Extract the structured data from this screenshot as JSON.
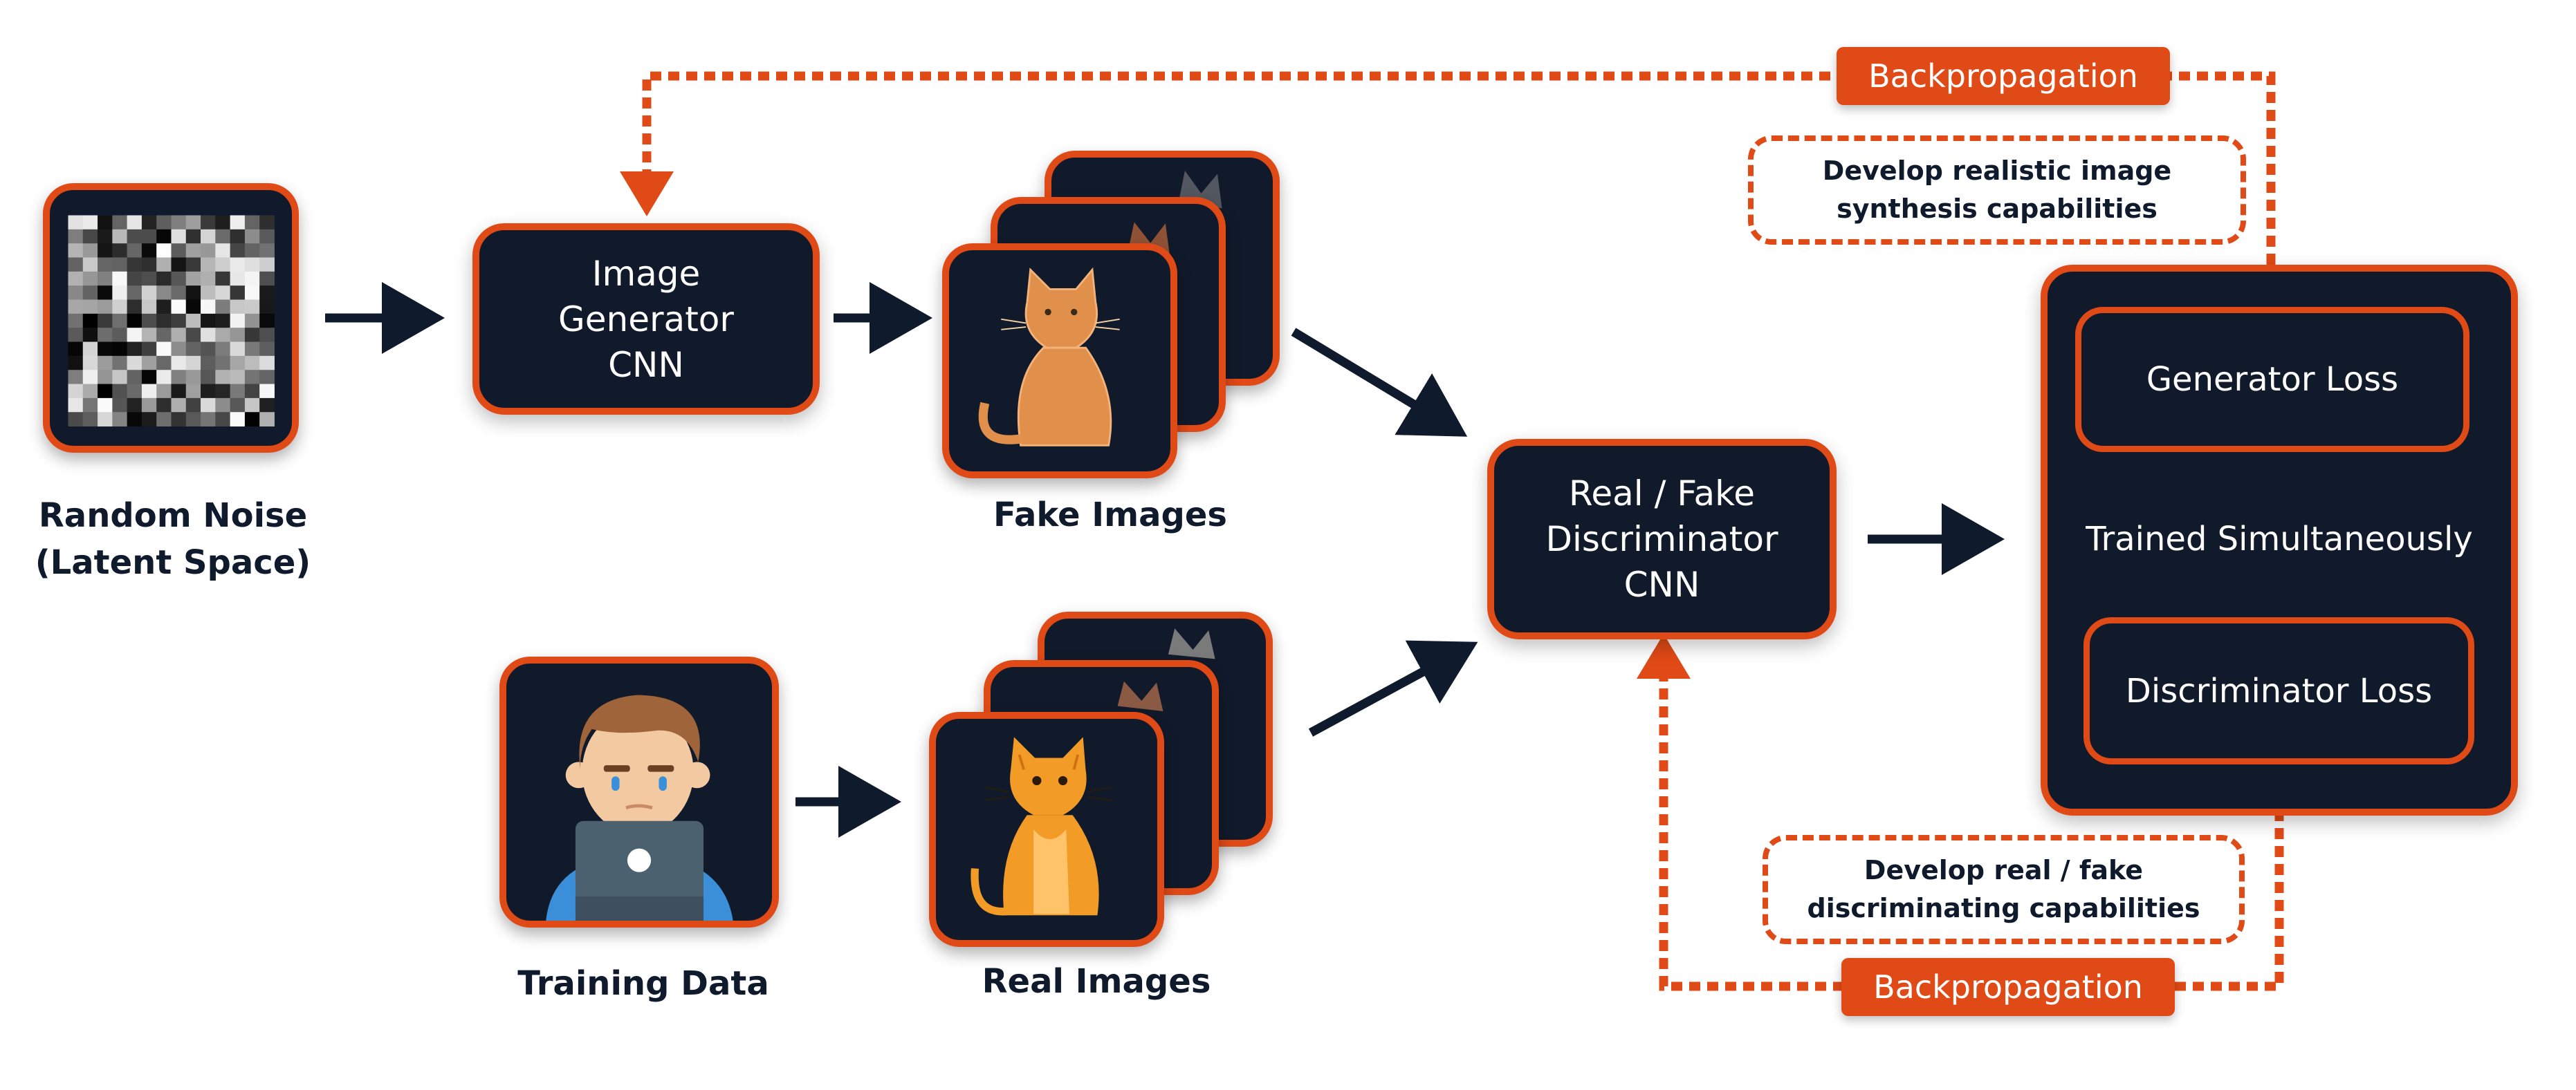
{
  "colors": {
    "accent": "#e04a16",
    "node_fill": "#111a2b",
    "text_dark": "#0f1a2d"
  },
  "inputs": {
    "noise_label_1": "Random Noise",
    "noise_label_2": "(Latent Space)",
    "training_label": "Training Data"
  },
  "generator": {
    "line1": "Image",
    "line2": "Generator",
    "line3": "CNN"
  },
  "fake_images": {
    "label": "Fake Images",
    "icon": "cat-sketch-icon"
  },
  "real_images": {
    "label": "Real Images",
    "icon": "cat-icon"
  },
  "discriminator": {
    "line1": "Real / Fake",
    "line2": "Discriminator",
    "line3": "CNN"
  },
  "loss_panel": {
    "generator_loss": "Generator Loss",
    "middle_text": "Trained Simultaneously",
    "discriminator_loss": "Discriminator Loss"
  },
  "feedback_top": {
    "pill": "Backpropagation",
    "note_line1": "Develop realistic image",
    "note_line2": "synthesis capabilities"
  },
  "feedback_bottom": {
    "pill": "Backpropagation",
    "note_line1": "Develop real / fake",
    "note_line2": "discriminating capabilities"
  }
}
